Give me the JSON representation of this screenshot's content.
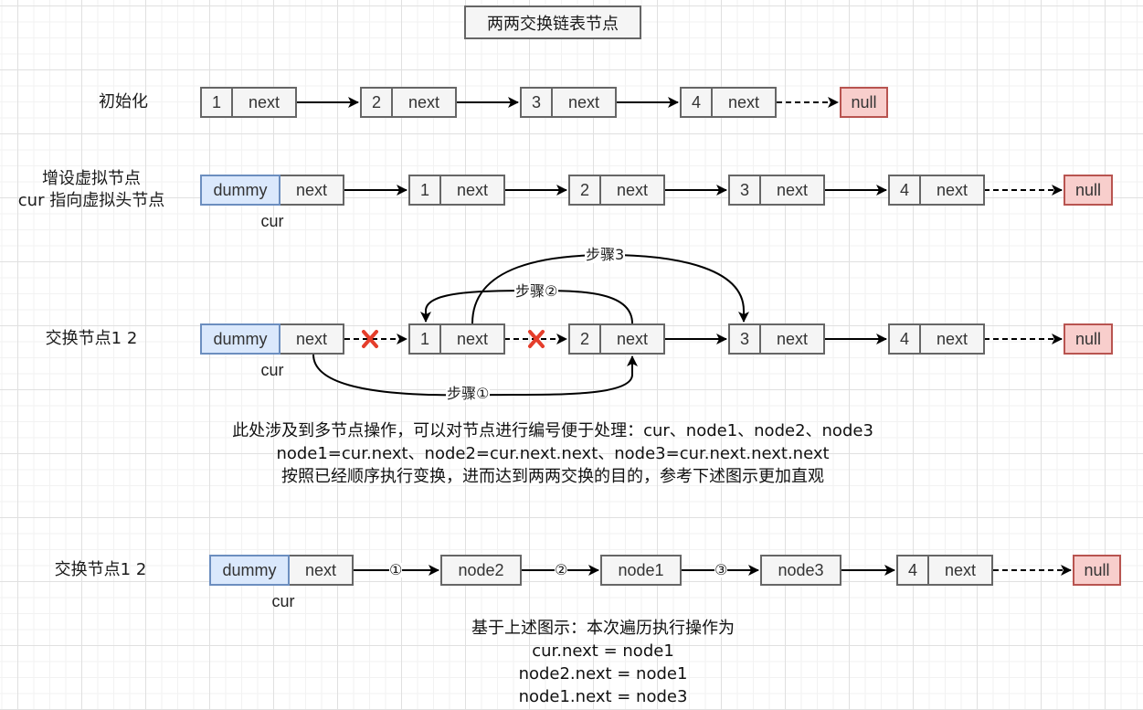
{
  "title": "两两交换链表节点",
  "row1": {
    "label": "初始化",
    "nodes": [
      {
        "value": "1",
        "next": "next"
      },
      {
        "value": "2",
        "next": "next"
      },
      {
        "value": "3",
        "next": "next"
      },
      {
        "value": "4",
        "next": "next"
      }
    ],
    "null": "null"
  },
  "row2": {
    "label_line1": "增设虚拟节点",
    "label_line2": "cur 指向虚拟头节点",
    "dummy": "dummy",
    "dummy_next": "next",
    "cur": "cur",
    "nodes": [
      {
        "value": "1",
        "next": "next"
      },
      {
        "value": "2",
        "next": "next"
      },
      {
        "value": "3",
        "next": "next"
      },
      {
        "value": "4",
        "next": "next"
      }
    ],
    "null": "null"
  },
  "row3": {
    "label": "交换节点1 2",
    "dummy": "dummy",
    "dummy_next": "next",
    "cur": "cur",
    "nodes": [
      {
        "value": "1",
        "next": "next"
      },
      {
        "value": "2",
        "next": "next"
      },
      {
        "value": "3",
        "next": "next"
      },
      {
        "value": "4",
        "next": "next"
      }
    ],
    "null": "null",
    "step1": "步骤①",
    "step2": "步骤②",
    "step3": "步骤3",
    "broken_link_icon": "red-x"
  },
  "notes": [
    "此处涉及到多节点操作，可以对节点进行编号便于处理：cur、node1、node2、node3",
    "node1=cur.next、node2=cur.next.next、node3=cur.next.next.next",
    "按照已经顺序执行变换，进而达到两两交换的目的，参考下述图示更加直观"
  ],
  "row4": {
    "label": "交换节点1 2",
    "dummy": "dummy",
    "dummy_next": "next",
    "cur": "cur",
    "nodes": [
      "node2",
      "node1",
      "node3"
    ],
    "node4": {
      "value": "4",
      "next": "next"
    },
    "null": "null",
    "edge_labels": [
      "①",
      "②",
      "③"
    ]
  },
  "summary": [
    "基于上述图示：本次遍历执行操作为",
    "cur.next = node1",
    "node2.next = node1",
    "node1.next = node3"
  ],
  "colors": {
    "node_fill": "#f5f5f5",
    "node_stroke": "#666666",
    "dummy_fill": "#dae8fc",
    "dummy_stroke": "#6c8ebf",
    "null_fill": "#f8cecc",
    "null_stroke": "#b85450",
    "x_mark": "#e53e2b"
  }
}
